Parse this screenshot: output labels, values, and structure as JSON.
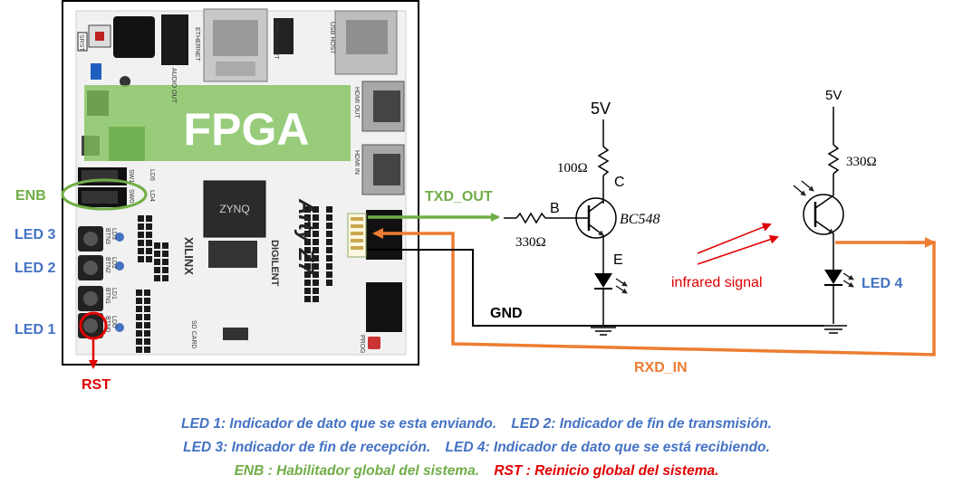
{
  "board": {
    "fpga_label": "FPGA",
    "silk": {
      "srst": "SRST",
      "ethernet": "ETHERNET",
      "prog_uart": "PROG UART",
      "usb_host": "USB HOST",
      "audio_out": "AUDIO OUT",
      "hdmi_out": "HDMI OUT",
      "hdmi_in": "HDMI IN",
      "xilinx": "XILINX",
      "digilent": "DIGILENT",
      "arty": "Arty Z7",
      "zynq": "ZYNQ",
      "sd_card": "SD CARD",
      "prog": "PROG",
      "sw0": "SW0",
      "sw1": "SW1",
      "btn0": "BTN0",
      "btn1": "BTN1",
      "btn2": "BTN2",
      "btn3": "BTN3",
      "ld0": "LD0",
      "ld1": "LD1",
      "ld2": "LD2",
      "ld3": "LD3",
      "ld4": "LD4",
      "ld5": "LD5"
    }
  },
  "labels": {
    "enb": "ENB",
    "led3": "LED 3",
    "led2": "LED 2",
    "led1": "LED 1",
    "rst": "RST",
    "txd_out": "TXD_OUT",
    "rxd_in": "RXD_IN",
    "gnd": "GND",
    "infrared": "infrared signal",
    "led4": "LED 4"
  },
  "tx_circuit": {
    "vcc": "5V",
    "r_collector": "100Ω",
    "r_base": "330Ω",
    "transistor": "BC548",
    "pin_b": "B",
    "pin_c": "C",
    "pin_e": "E"
  },
  "rx_circuit": {
    "vcc": "5V",
    "r_collector": "330Ω"
  },
  "legend": {
    "line1_a": "LED 1: Indicador de dato que se esta enviando.",
    "line1_b": "LED 2: Indicador de fin de transmisión.",
    "line2_a": "LED 3: Indicador de fin de recepción.",
    "line2_b": "LED 4: Indicador de dato que se está recibiendo.",
    "line3_a": "ENB : Habilitador global del sistema.",
    "line3_b": "RST : Reinicio global del sistema."
  },
  "colors": {
    "blue": "#4472c4",
    "green": "#70ad47",
    "red": "#e00000",
    "orange": "#ed7d31",
    "fpga_band": "#7fc15a",
    "board": "#f2f2f2"
  }
}
